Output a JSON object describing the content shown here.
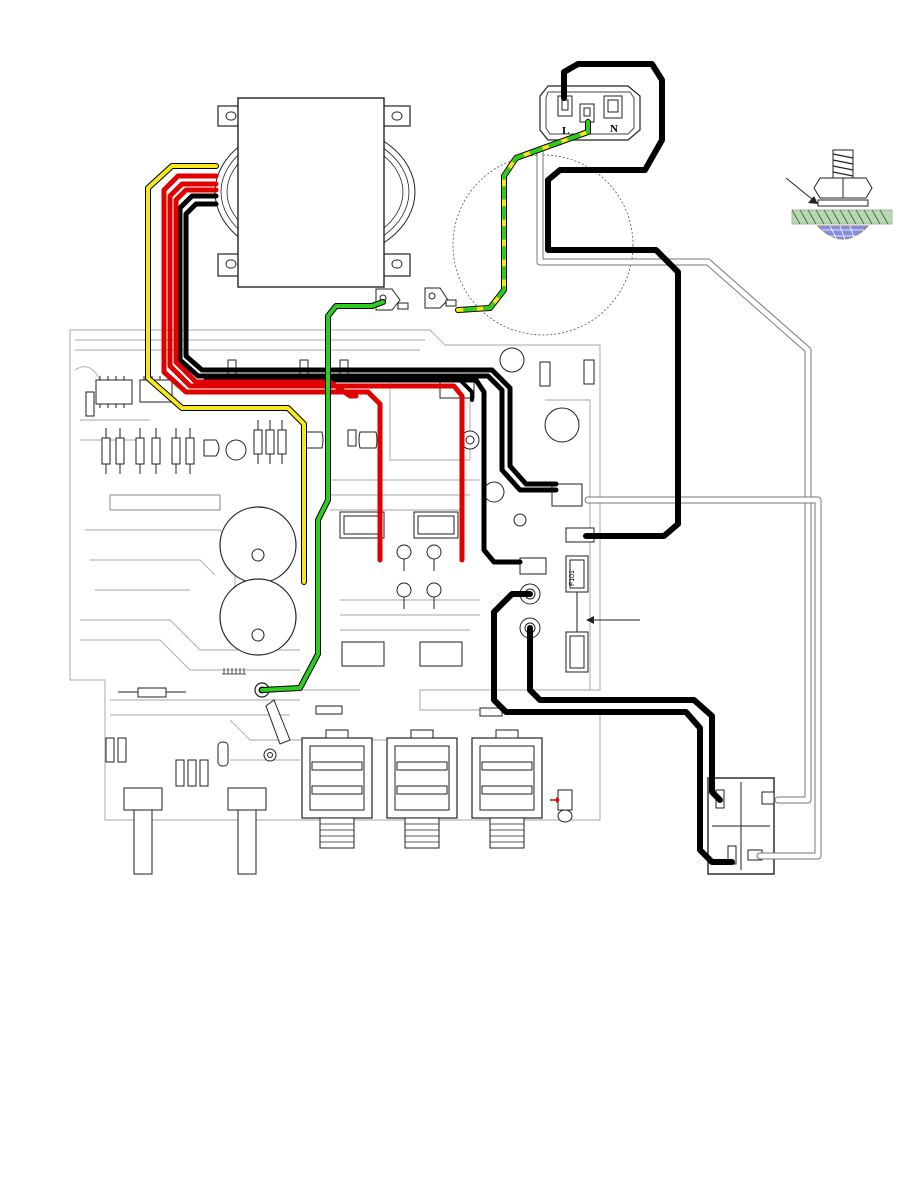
{
  "iec_inlet": {
    "pin_labels": [
      "L",
      "N"
    ]
  },
  "fuse_holder": {
    "marking": "F101"
  },
  "colors": {
    "live": "#000000",
    "neutral": "#000000",
    "earth_green": "#2ecc1f",
    "earth_yellow": "#f4e81c",
    "secondary_red": "#e00000",
    "secondary_yellow": "#f4e81c",
    "secondary_black": "#000000",
    "ground_wire": "#2ecc1f",
    "insulator": "#3a8f2a",
    "washer_mesh": "#2233cc"
  }
}
